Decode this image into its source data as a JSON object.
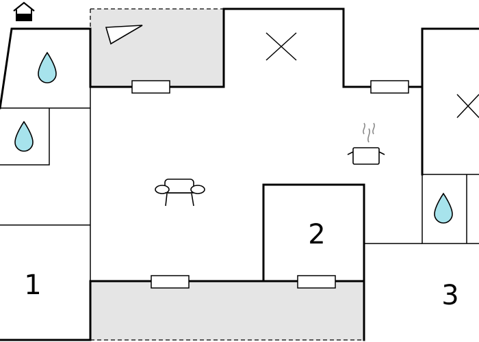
{
  "floorplan": {
    "room_labels": [
      "1",
      "2",
      "3"
    ],
    "colors": {
      "background": "#ffffff",
      "terrace": "#e5e5e5",
      "water": "#a7e3ec",
      "wall": "#000000"
    },
    "icons": [
      "house-icon",
      "stairs-icon",
      "shower-icon",
      "sofa-icon",
      "cooking-pot-icon",
      "window-marker-icon",
      "closet-x-icon"
    ]
  }
}
